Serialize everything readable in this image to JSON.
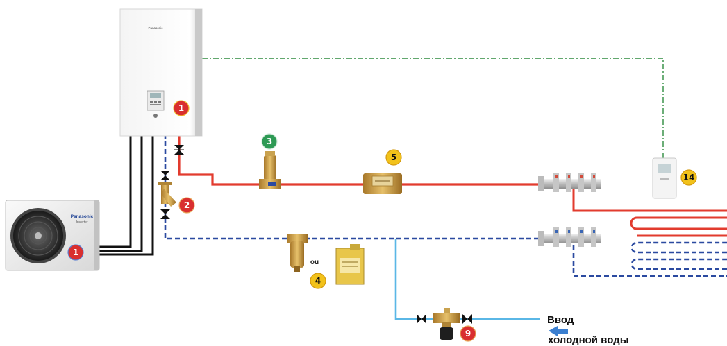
{
  "colors": {
    "hot_pipe": "#e23b2e",
    "cold_pipe": "#2b4aa0",
    "supply_pipe": "#5ab7e6",
    "control_wire": "#2e8b3e",
    "badge_red": "#d92f2f",
    "badge_green": "#2e9a55",
    "badge_yellow": "#f2c21a",
    "arrow_blue": "#3b7fd0"
  },
  "indoor_unit": {
    "brand": "Panasonic",
    "badge": "1",
    "badge_color": "red"
  },
  "outdoor_unit": {
    "brand": "Panasonic",
    "sub_brand": "Inverter",
    "badge": "1",
    "badge_color": "red"
  },
  "components": [
    {
      "id": "filter",
      "badge": "2",
      "badge_color": "red"
    },
    {
      "id": "air-separator",
      "badge": "3",
      "badge_color": "green"
    },
    {
      "id": "flow-meter",
      "badge": "5",
      "badge_color": "yellow"
    },
    {
      "id": "dirt-separator",
      "badge": "4",
      "badge_color": "yellow"
    },
    {
      "id": "thermostat",
      "badge": "14",
      "badge_color": "yellow"
    },
    {
      "id": "fill-valve",
      "badge": "9",
      "badge_color": "red"
    }
  ],
  "labels": {
    "ou": "ou",
    "inlet_line1": "Ввод",
    "inlet_line2": "холодной воды"
  }
}
